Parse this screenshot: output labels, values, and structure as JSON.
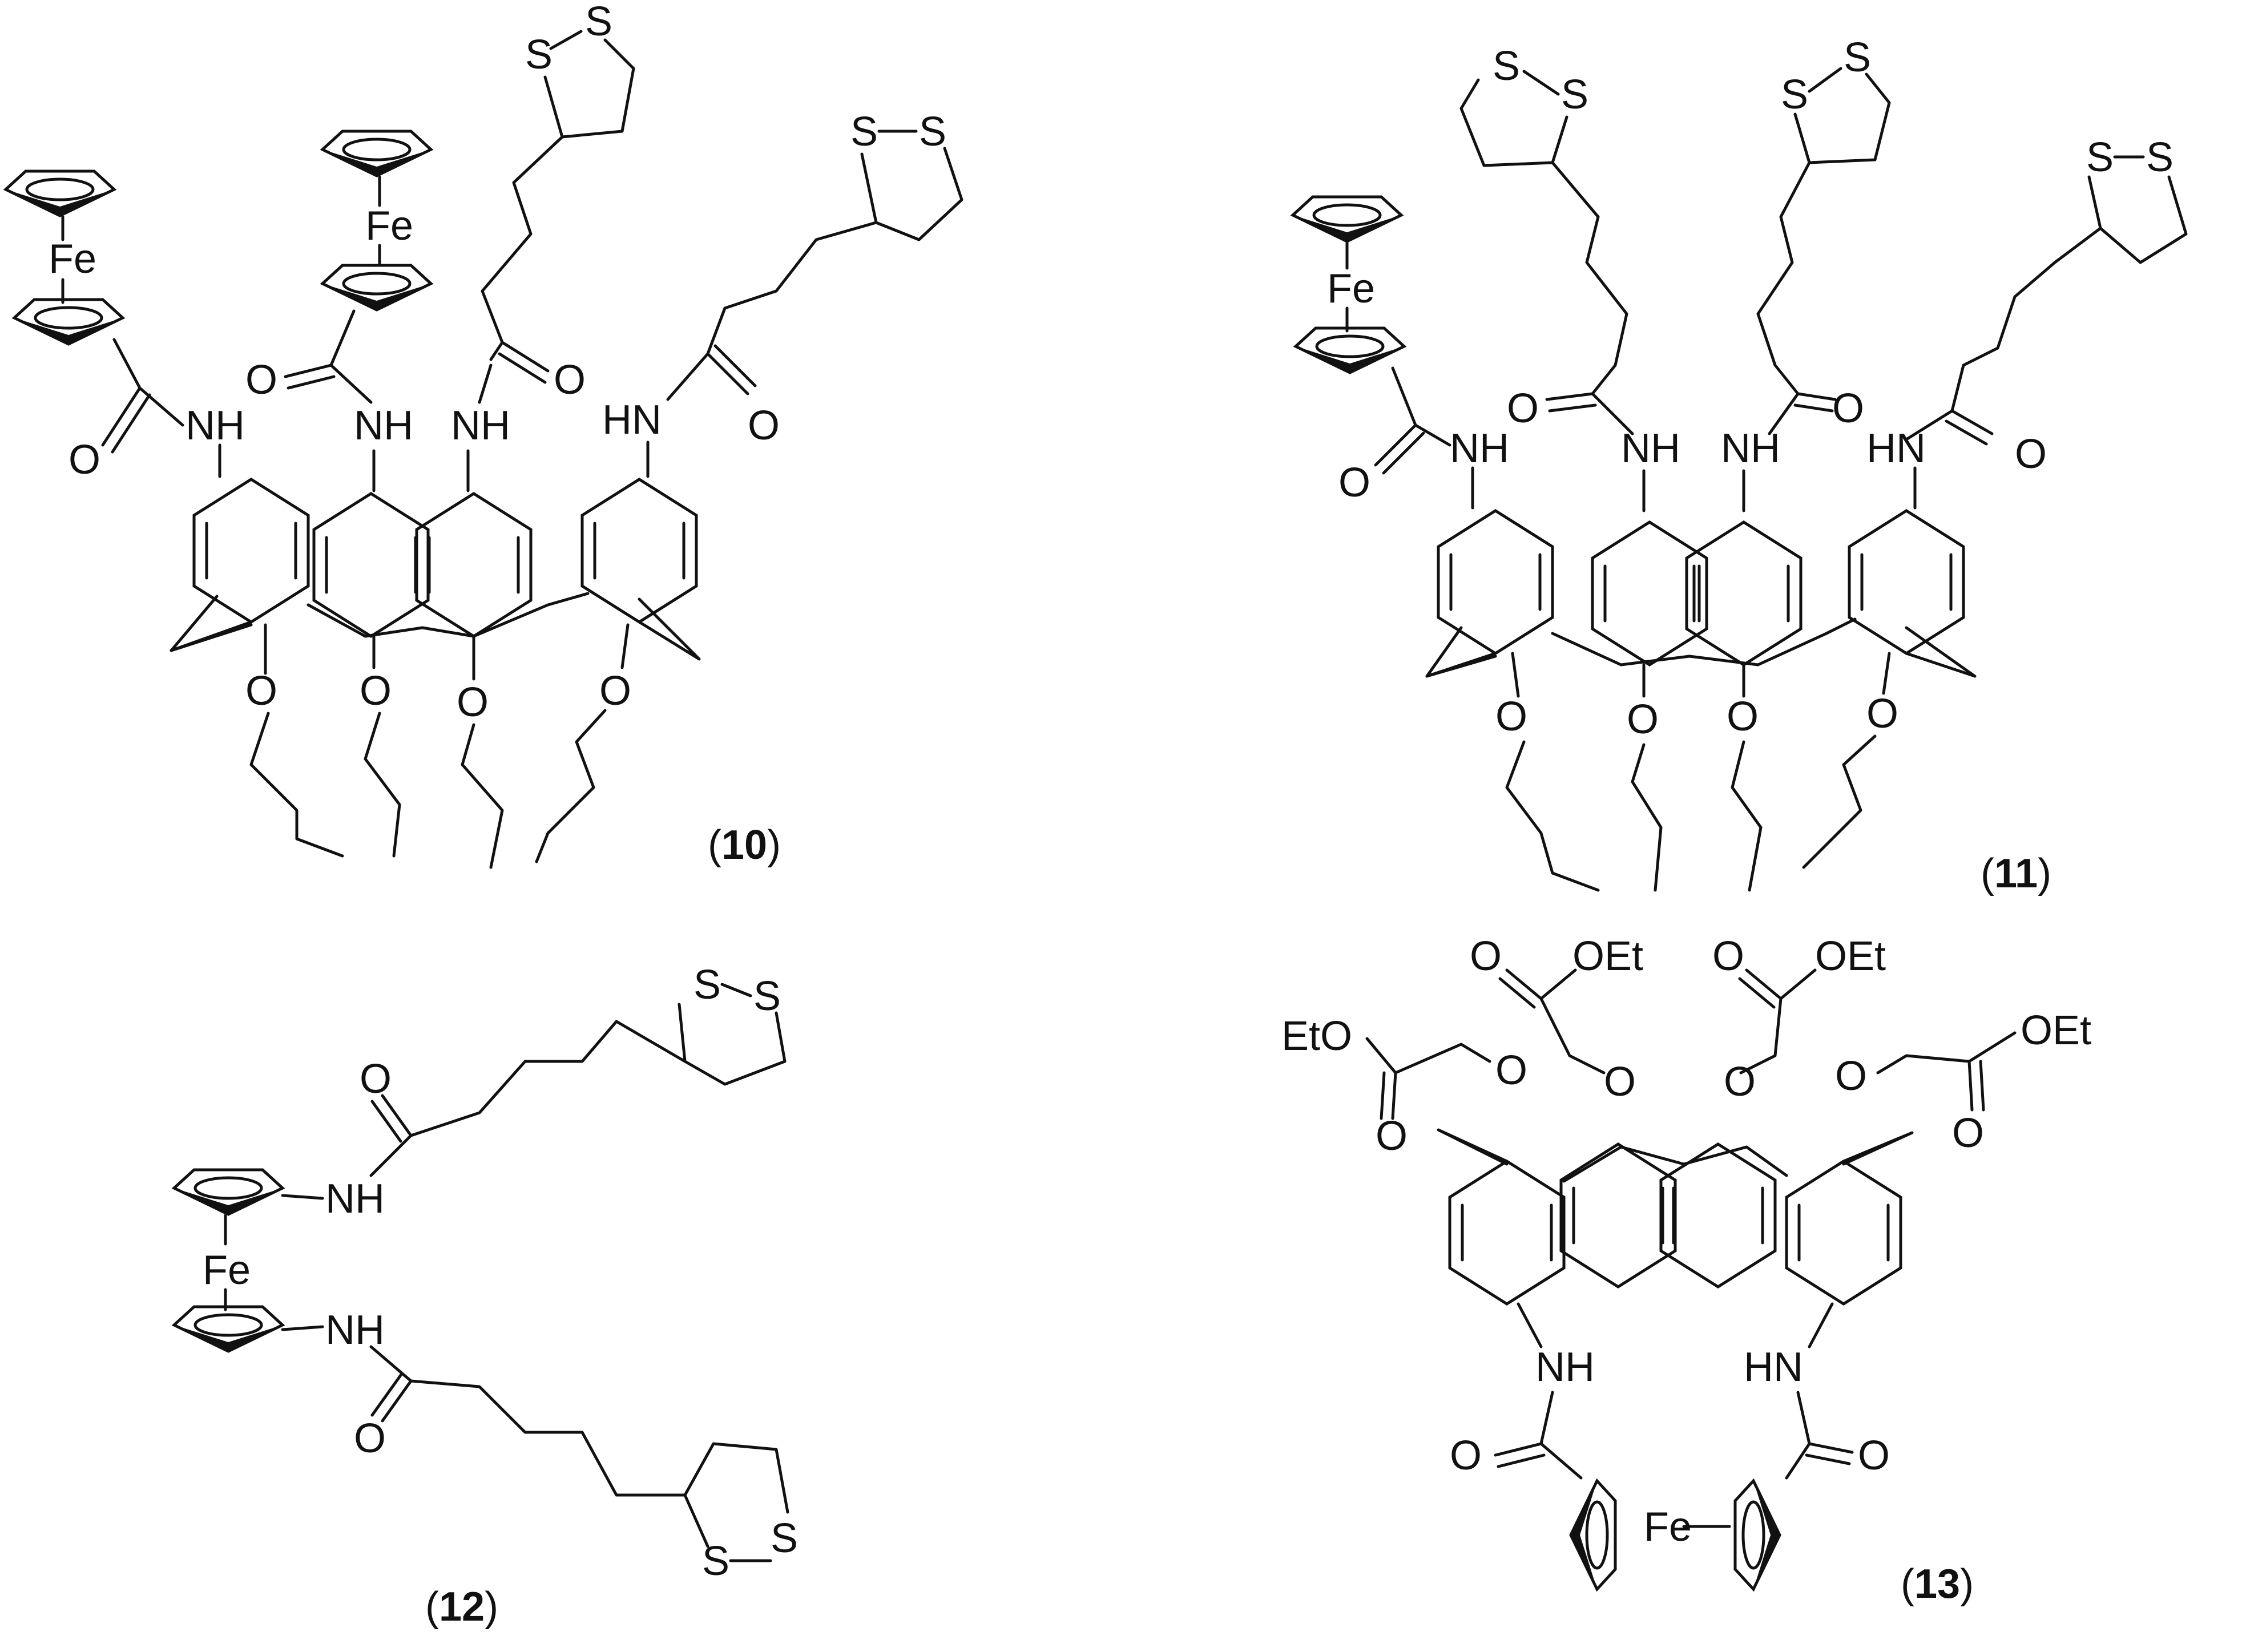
{
  "compounds": [
    {
      "id": "10",
      "caption_open": "(",
      "caption_num": "10",
      "caption_close": ")",
      "labels": {
        "fe1": "Fe",
        "fe2": "Fe",
        "nh1": "NH",
        "nh2": "NH",
        "nh3": "NH",
        "hn4": "HN",
        "o1": "O",
        "o2": "O",
        "o3": "O",
        "o4": "O",
        "ao1": "O",
        "ao2": "O",
        "ao3": "O",
        "ao4": "O",
        "s1a": "S",
        "s1b": "S",
        "s2a": "S",
        "s2b": "S"
      }
    },
    {
      "id": "11",
      "caption_open": "(",
      "caption_num": "11",
      "caption_close": ")",
      "labels": {
        "fe1": "Fe",
        "nh1": "NH",
        "nh2": "NH",
        "nh3": "NH",
        "hn4": "HN",
        "o1": "O",
        "o2": "O",
        "o3": "O",
        "o4": "O",
        "ao1": "O",
        "ao2": "O",
        "ao3": "O",
        "ao4": "O",
        "s1a": "S",
        "s1b": "S",
        "s2a": "S",
        "s2b": "S",
        "s3a": "S",
        "s3b": "S"
      }
    },
    {
      "id": "12",
      "caption_open": "(",
      "caption_num": "12",
      "caption_close": ")",
      "labels": {
        "fe": "Fe",
        "nh1": "NH",
        "nh2": "NH",
        "o1": "O",
        "o2": "O",
        "s1a": "S",
        "s1b": "S",
        "s2a": "S",
        "s2b": "S"
      }
    },
    {
      "id": "13",
      "caption_open": "(",
      "caption_num": "13",
      "caption_close": ")",
      "labels": {
        "oet1": "OEt",
        "oet2": "OEt",
        "oet3": "EtO",
        "oet4": "OEt",
        "co1": "O",
        "co2": "O",
        "co3": "O",
        "co4": "O",
        "ao1": "O",
        "ao2": "O",
        "ao3": "O",
        "ao4": "O",
        "nh1": "NH",
        "hn2": "HN",
        "o5": "O",
        "o6": "O",
        "fe": "Fe"
      }
    }
  ]
}
